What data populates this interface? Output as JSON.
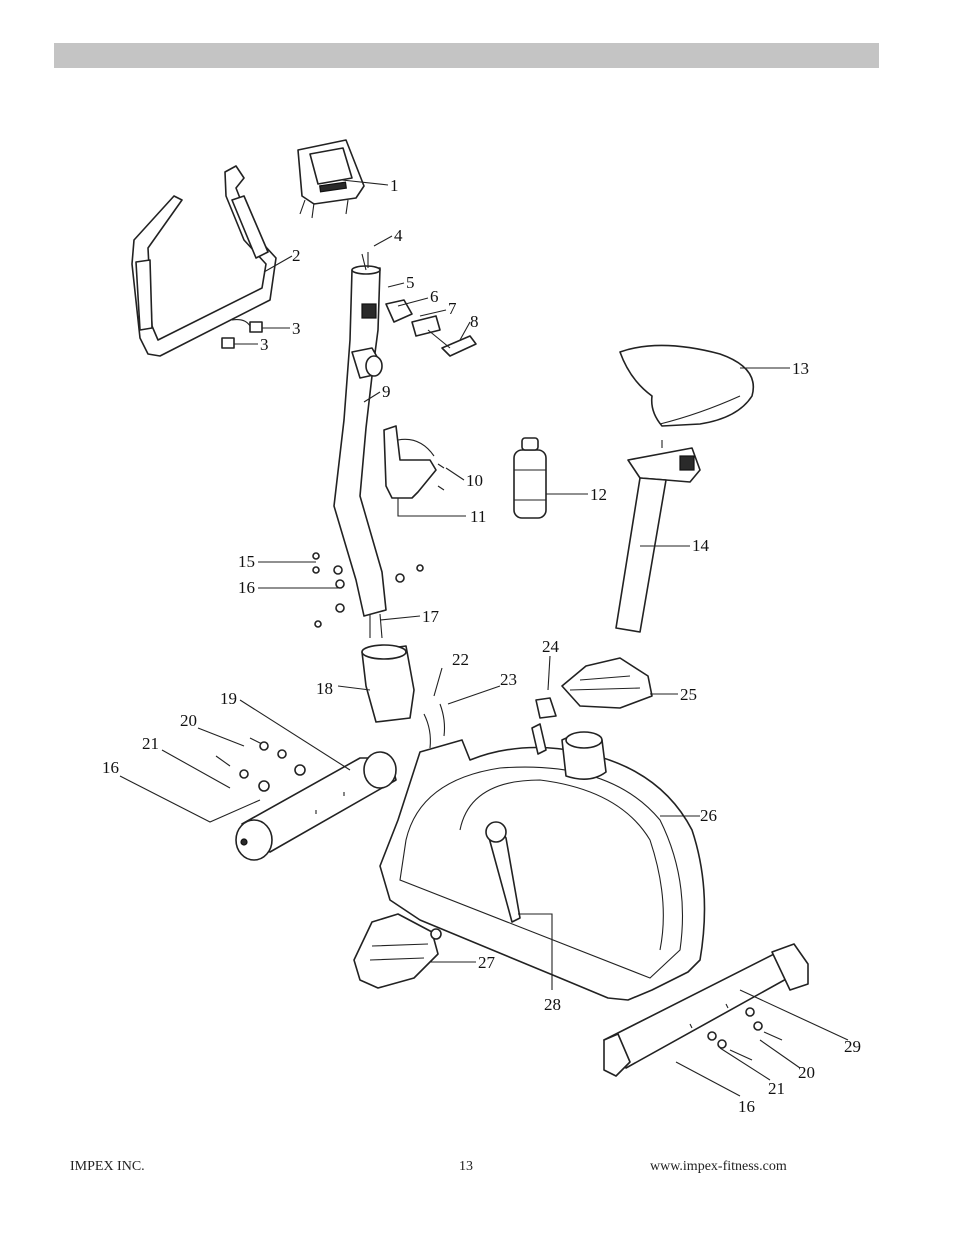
{
  "page": {
    "footer": {
      "company": "IMPEX INC.",
      "page_number": "13",
      "website": "www.impex-fitness.com"
    }
  },
  "diagram": {
    "callouts": {
      "c1": "1",
      "c2": "2",
      "c3a": "3",
      "c3b": "3",
      "c4": "4",
      "c5": "5",
      "c6": "6",
      "c7": "7",
      "c8": "8",
      "c9": "9",
      "c10": "10",
      "c11": "11",
      "c12": "12",
      "c13": "13",
      "c14": "14",
      "c15": "15",
      "c16a": "16",
      "c16b": "16",
      "c16c": "16",
      "c17": "17",
      "c18": "18",
      "c19": "19",
      "c20a": "20",
      "c20b": "20",
      "c21a": "21",
      "c21b": "21",
      "c22": "22",
      "c23": "23",
      "c24": "24",
      "c25": "25",
      "c26": "26",
      "c27": "27",
      "c28": "28",
      "c29": "29"
    }
  }
}
